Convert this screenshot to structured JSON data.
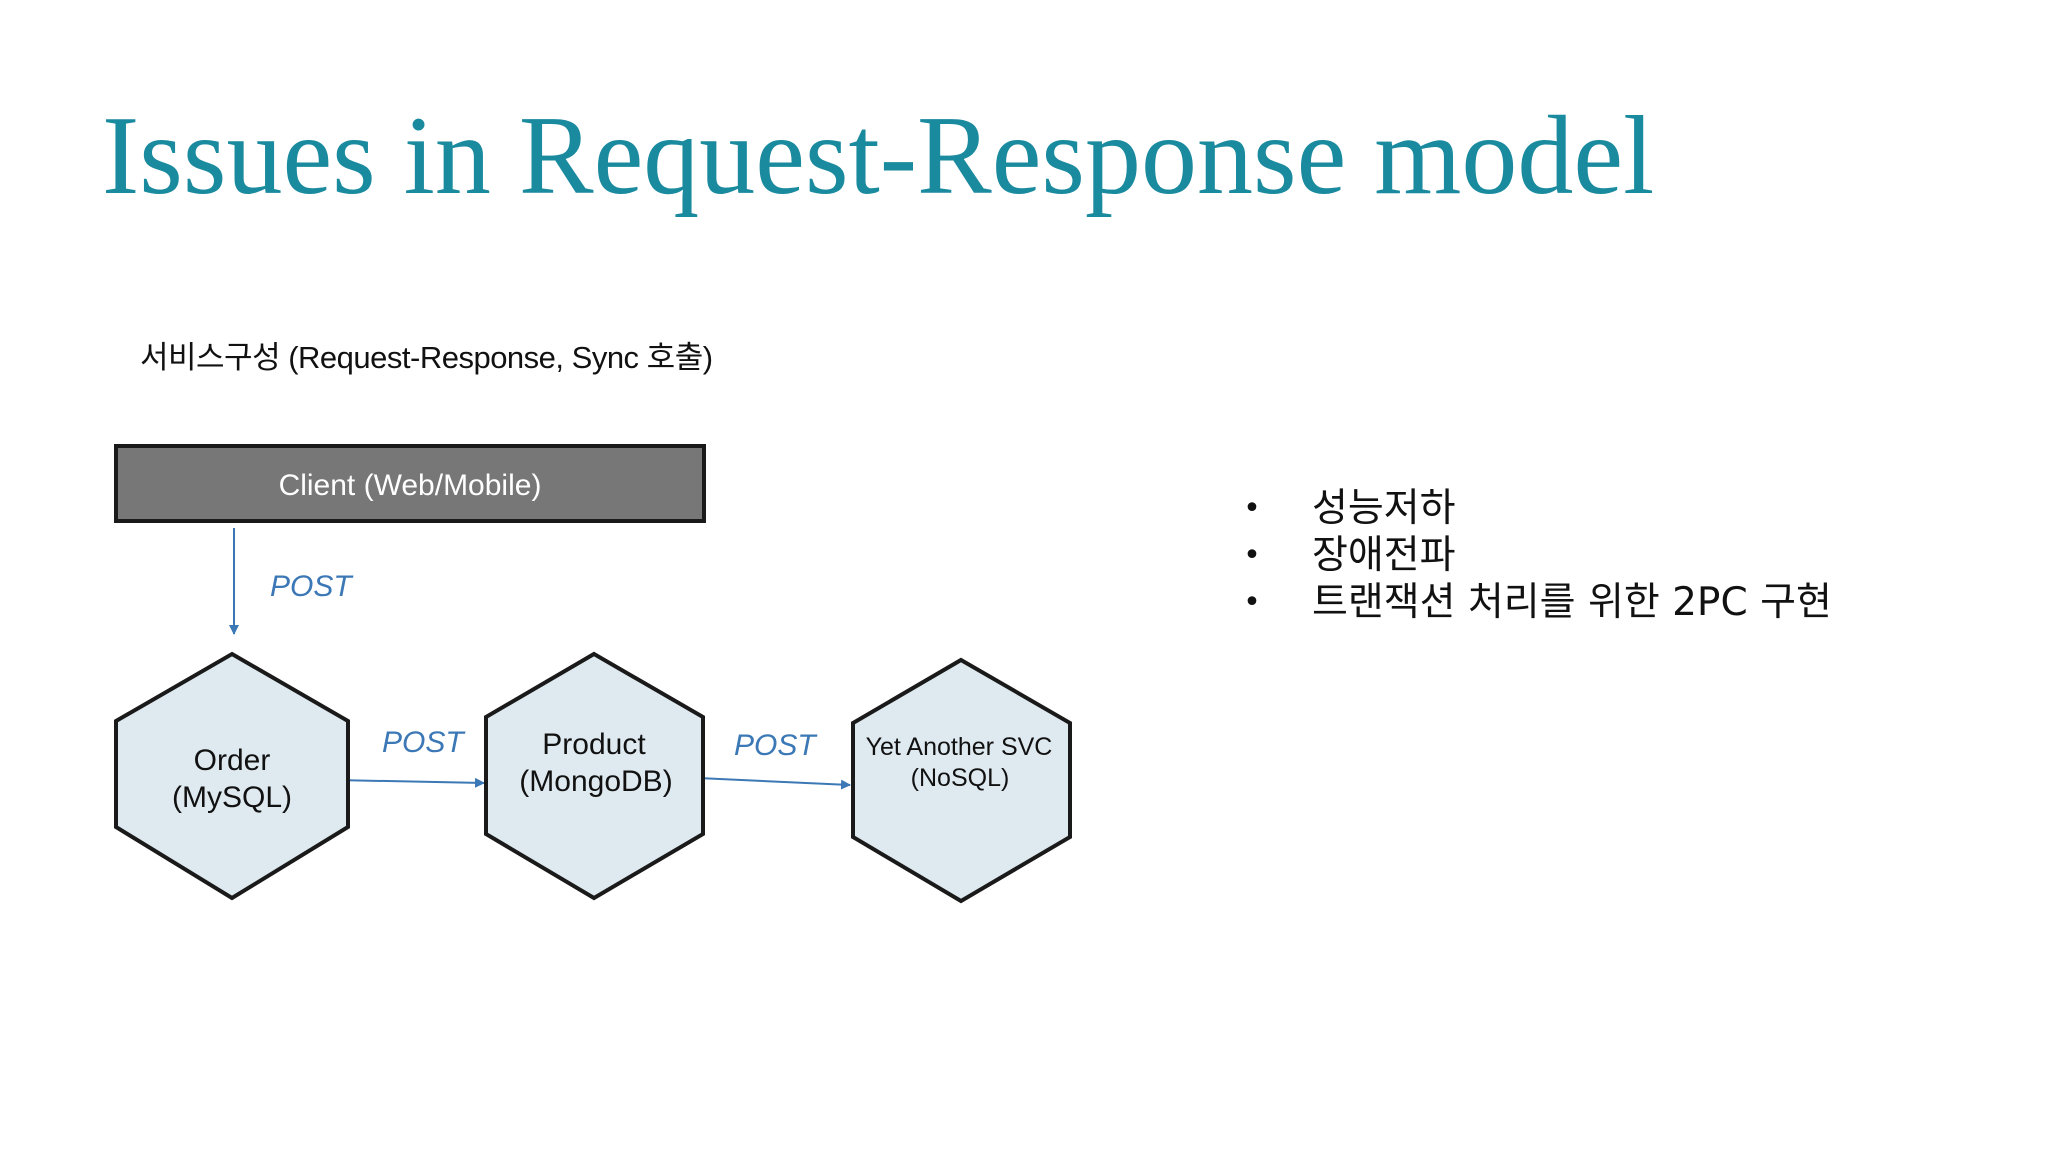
{
  "slide": {
    "title": "Issues in Request-Response model",
    "subtitle": "서비스구성 (Request-Response, Sync 호출)",
    "colors": {
      "title": "#1a8a9e",
      "client_fill": "#777777",
      "hexagon_fill": "#dfeaf0",
      "arrow": "#3b78b5",
      "edge_label": "#3b78b5"
    }
  },
  "diagram": {
    "client": {
      "label": "Client (Web/Mobile)"
    },
    "nodes": [
      {
        "id": "order",
        "line1": "Order",
        "line2": "(MySQL)"
      },
      {
        "id": "product",
        "line1": "Product",
        "line2": "(MongoDB)"
      },
      {
        "id": "another",
        "line1": "Yet Another SVC",
        "line2": "(NoSQL)"
      }
    ],
    "edges": [
      {
        "from": "client",
        "to": "order",
        "label": "POST"
      },
      {
        "from": "order",
        "to": "product",
        "label": "POST"
      },
      {
        "from": "product",
        "to": "another",
        "label": "POST"
      }
    ]
  },
  "issues": {
    "bullet_symbol": "•",
    "items": [
      "성능저하",
      "장애전파",
      "트랜잭션 처리를 위한 2PC 구현"
    ]
  }
}
